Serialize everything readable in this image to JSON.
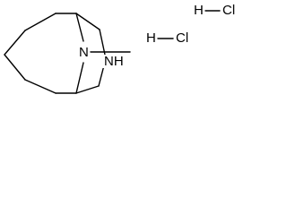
{
  "molecule": {
    "atoms": {
      "n_bridge": "N",
      "nh": "NH"
    }
  },
  "salts": [
    {
      "left": "H",
      "right": "Cl"
    },
    {
      "left": "H",
      "right": "Cl"
    }
  ]
}
